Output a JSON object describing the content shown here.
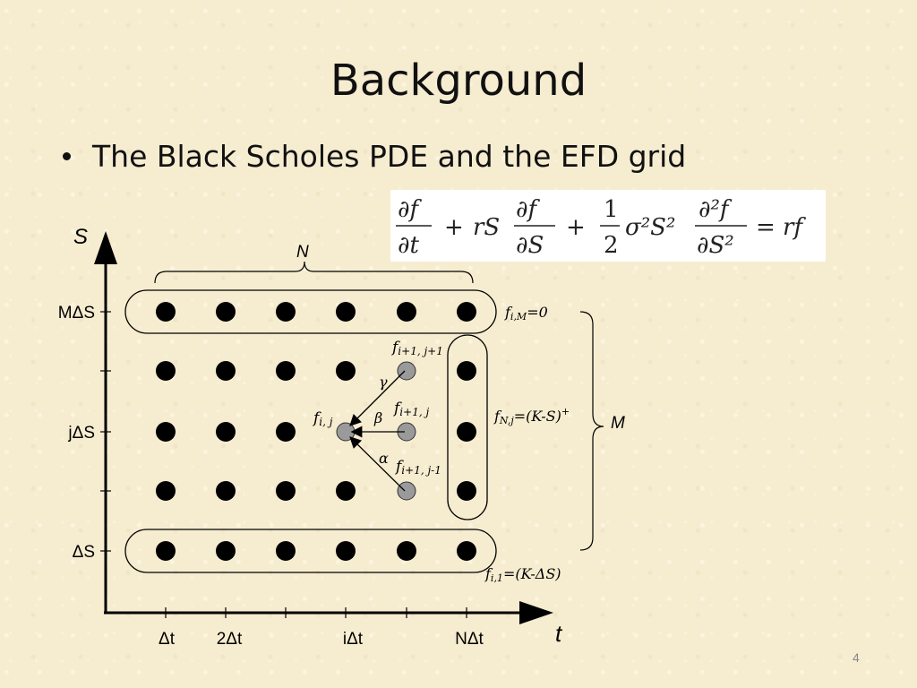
{
  "slide": {
    "title": "Background",
    "bullet": "The Black Scholes PDE and the EFD grid",
    "page_number": "4"
  },
  "equation": {
    "df": "∂f",
    "dt": "∂t",
    "plus1": "+",
    "rS": "rS",
    "dS": "∂S",
    "plus2": "+",
    "one": "1",
    "two": "2",
    "sigma2S2": "σ²S²",
    "d2f": "∂²f",
    "dS2": "∂S²",
    "equals_rf": "= rf"
  },
  "axes": {
    "y_label": "S",
    "x_label": "t",
    "y_ticks": [
      "MΔS",
      "jΔS",
      "ΔS"
    ],
    "x_ticks": [
      "Δt",
      "2Δt",
      "iΔt",
      "NΔt"
    ]
  },
  "braces": {
    "top": "N",
    "right": "M"
  },
  "boundary_labels": {
    "top": {
      "f": "f",
      "sub": "i,M",
      "rest": "=0"
    },
    "right": {
      "f": "f",
      "sub": "N,j",
      "rest": "=(K-S)",
      "sup": "+"
    },
    "bottom": {
      "f": "f",
      "sub": "i,1",
      "rest": "=(K-ΔS)"
    }
  },
  "stencil": {
    "center": {
      "f": "f",
      "sub": "i, j"
    },
    "up": {
      "f": "f",
      "sub": "i+1, j+1"
    },
    "mid": {
      "f": "f",
      "sub": "i+1, j"
    },
    "down": {
      "f": "f",
      "sub": "i+1, j-1"
    },
    "gamma": "γ",
    "beta": "β",
    "alpha": "α"
  },
  "colors": {
    "node": "#000000",
    "stencil_node": "#9a9a9a",
    "background": "#f6ecd0"
  }
}
